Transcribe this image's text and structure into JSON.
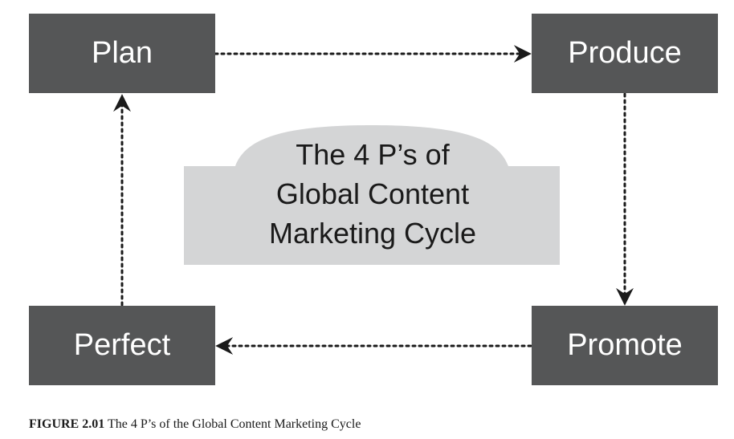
{
  "nodes": {
    "plan": "Plan",
    "produce": "Produce",
    "promote": "Promote",
    "perfect": "Perfect"
  },
  "center": {
    "line1": "The 4 P’s of",
    "line2": "Global Content",
    "line3": "Marketing Cycle"
  },
  "caption": {
    "label": "FIGURE 2.01",
    "text": " The 4 P’s of the Global Content Marketing Cycle"
  },
  "colors": {
    "box": "#555657",
    "box_text": "#ffffff",
    "center_shape": "#d4d5d6",
    "arrow": "#1a1a1a"
  }
}
